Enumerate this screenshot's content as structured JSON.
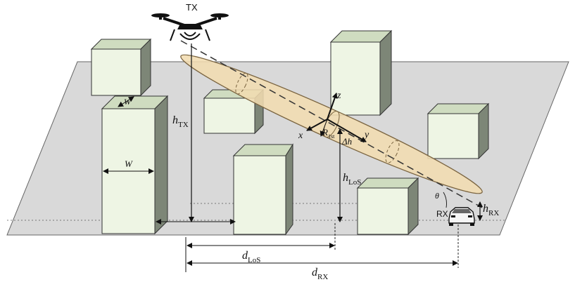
{
  "labels": {
    "tx": "TX",
    "rx": "RX",
    "h_tx": {
      "main": "h",
      "sub": "TX"
    },
    "h_los": {
      "main": "h",
      "sub": "LoS"
    },
    "h_rx": {
      "main": "h",
      "sub": "RX"
    },
    "d_los": {
      "main": "d",
      "sub": "LoS"
    },
    "d_rx": {
      "main": "d",
      "sub": "RX"
    },
    "r_1st": {
      "main": "R",
      "sub": "1st"
    },
    "delta_h": "Δh",
    "axis_x": "x",
    "axis_y": "y",
    "axis_z": "z",
    "theta": "θ",
    "width_top": "W",
    "width_side": "W"
  },
  "colors": {
    "ground": "#d9d9d9",
    "building_front": "#eef5e4",
    "building_top": "#cfdcc0",
    "building_side": "#7d8677",
    "ellipsoid": "#f1dcb1",
    "ellipsoid_edge": "#7a6440"
  },
  "icons": {
    "drone": "drone-icon",
    "car": "car-icon"
  }
}
